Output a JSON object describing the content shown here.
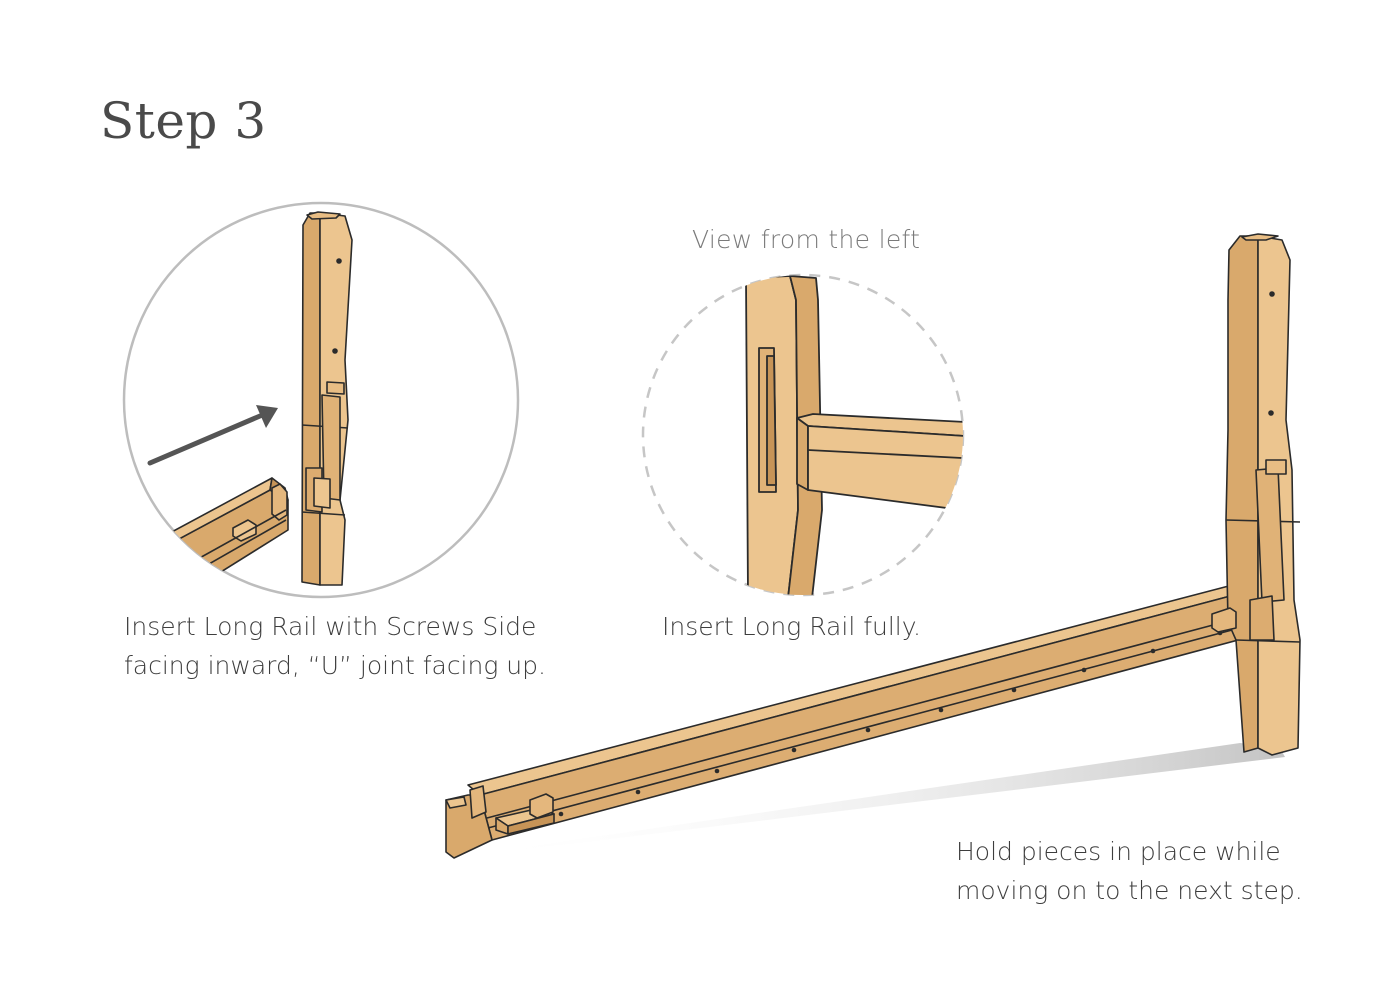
{
  "step_title": "Step 3",
  "captions": {
    "left": [
      "Insert Long Rail with Screws Side",
      "facing inward, “U” joint facing up."
    ],
    "middle": "Insert Long Rail fully.",
    "right": [
      "Hold pieces in place while",
      "moving on to the next step."
    ]
  },
  "detail_view_label": "View from the left",
  "colors": {
    "wood_light": "#ecc58f",
    "wood_mid": "#dcad72",
    "wood_dark": "#c79457",
    "outline": "#2b2b2b",
    "circle_border": "#bdbdbd",
    "dashed_circle": "#c6c6c6",
    "arrow": "#555555",
    "text": "#3d3d3d"
  }
}
